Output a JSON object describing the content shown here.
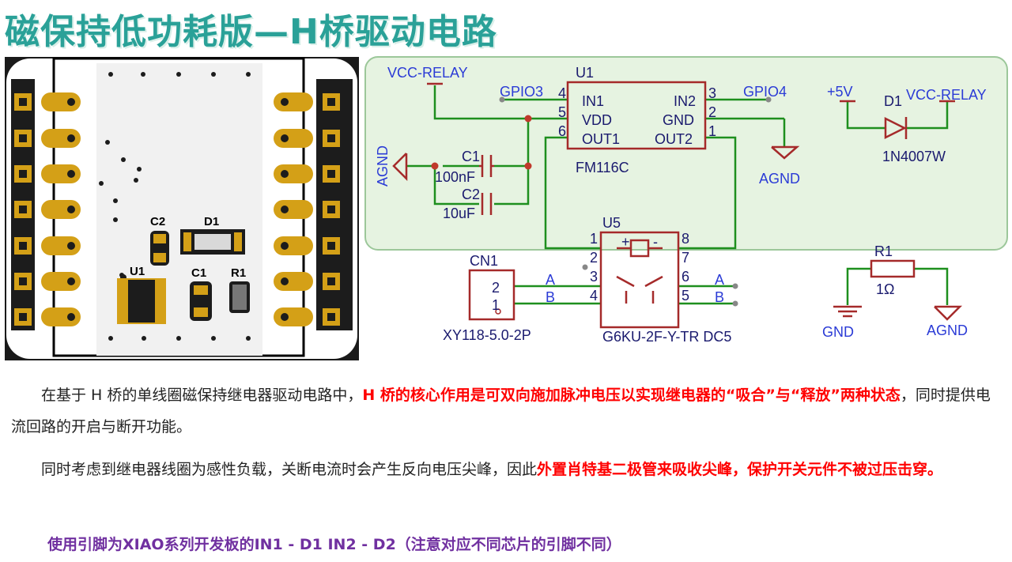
{
  "title": {
    "part1": "磁保持低功耗版—H桥驱动电路"
  },
  "pcb": {
    "labels": {
      "c2": "C2",
      "d1": "D1",
      "u1": "U1",
      "c1": "C1",
      "r1": "R1"
    }
  },
  "schematic": {
    "nets": {
      "vcc_relay_left": "VCC-RELAY",
      "gpio3": "GPIO3",
      "gpio4": "GPIO4",
      "agnd_left": "AGND",
      "agnd_mid": "AGND",
      "agnd_right": "AGND",
      "gnd": "GND",
      "plus5v": "+5V",
      "vcc_relay_right": "VCC-RELAY",
      "a_left": "A",
      "b_left": "B",
      "a_right": "A",
      "b_right": "B"
    },
    "u1": {
      "ref": "U1",
      "part": "FM116C",
      "pins_left": [
        {
          "num": "4",
          "name": "IN1"
        },
        {
          "num": "5",
          "name": "VDD"
        },
        {
          "num": "6",
          "name": "OUT1"
        }
      ],
      "pins_right": [
        {
          "num": "3",
          "name": "IN2"
        },
        {
          "num": "2",
          "name": "GND"
        },
        {
          "num": "1",
          "name": "OUT2"
        }
      ]
    },
    "c1": {
      "ref": "C1",
      "value": "100nF"
    },
    "c2": {
      "ref": "C2",
      "value": "10uF"
    },
    "d1": {
      "ref": "D1",
      "value": "1N4007W"
    },
    "r1": {
      "ref": "R1",
      "value": "1Ω"
    },
    "u5": {
      "ref": "U5",
      "part": "G6KU-2F-Y-TR DC5",
      "pins_left": [
        "1",
        "2",
        "3",
        "4"
      ],
      "pins_right": [
        "8",
        "7",
        "6",
        "5"
      ],
      "coil_plus": "+",
      "coil_minus": "-"
    },
    "cn1": {
      "ref": "CN1",
      "part": "XY118-5.0-2P",
      "pin2": "2",
      "pin1": "1"
    }
  },
  "text": {
    "p1_a": "在基于 H 桥的单线圈磁保持继电器驱动电路中，",
    "p1_b": "H 桥的核心作用是可双向施加脉冲电压以实现继电器的“吸合”与“释放”两种状态",
    "p1_c": "，同时提供电流回路的开启与断开功能。",
    "p2_a": "同时考虑到继电器线圈为感性负载，关断电流时会产生反向电压尖峰，因此",
    "p2_b": "外置肖特基二极管来吸收尖峰，保护开关元件不被过压击穿。",
    "note": "使用引脚为XIAO系列开发板的IN1 - D1 IN2 - D2（注意对应不同芯片的引脚不同）"
  },
  "colors": {
    "title": "#2aa198",
    "highlight": "#ff0000",
    "note": "#7030a0",
    "schematic_wire_green": "#1e8f1e",
    "schematic_symbol_red": "#a52a2a",
    "schematic_text_blue": "#2b3bd6",
    "schematic_background": "#e6f3e1"
  }
}
